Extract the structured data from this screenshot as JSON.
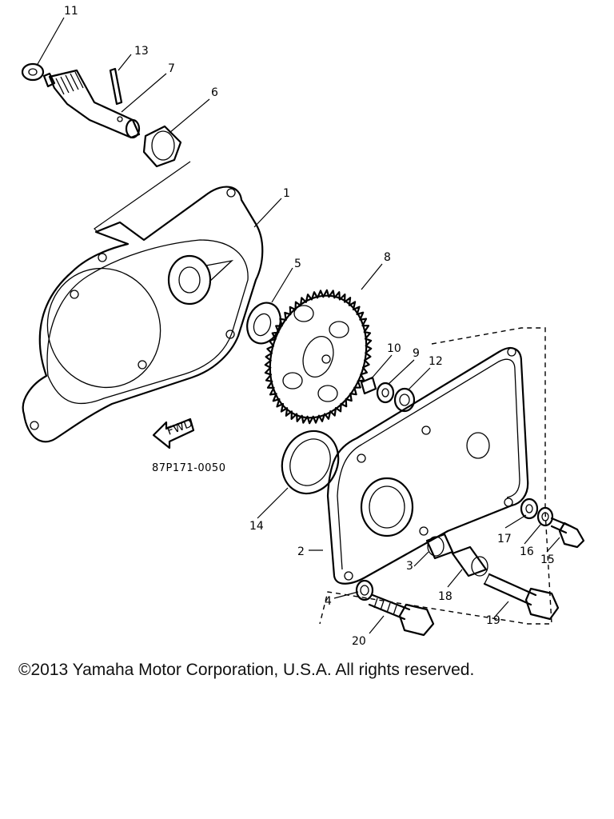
{
  "diagram": {
    "part_code": "87P171-0050",
    "forward_badge": "FWD",
    "callouts": [
      {
        "id": "c11",
        "label": "11"
      },
      {
        "id": "c13",
        "label": "13"
      },
      {
        "id": "c7",
        "label": "7"
      },
      {
        "id": "c6",
        "label": "6"
      },
      {
        "id": "c1",
        "label": "1"
      },
      {
        "id": "c5",
        "label": "5"
      },
      {
        "id": "c8",
        "label": "8"
      },
      {
        "id": "c10",
        "label": "10"
      },
      {
        "id": "c9",
        "label": "9"
      },
      {
        "id": "c12",
        "label": "12"
      },
      {
        "id": "c14",
        "label": "14"
      },
      {
        "id": "c2",
        "label": "2"
      },
      {
        "id": "c3",
        "label": "3"
      },
      {
        "id": "c4",
        "label": "4"
      },
      {
        "id": "c17",
        "label": "17"
      },
      {
        "id": "c16",
        "label": "16"
      },
      {
        "id": "c15",
        "label": "15"
      },
      {
        "id": "c18",
        "label": "18"
      },
      {
        "id": "c19",
        "label": "19"
      },
      {
        "id": "c20",
        "label": "20"
      }
    ]
  },
  "footer": {
    "copyright": "©2013 Yamaha Motor Corporation, U.S.A. All rights reserved."
  }
}
